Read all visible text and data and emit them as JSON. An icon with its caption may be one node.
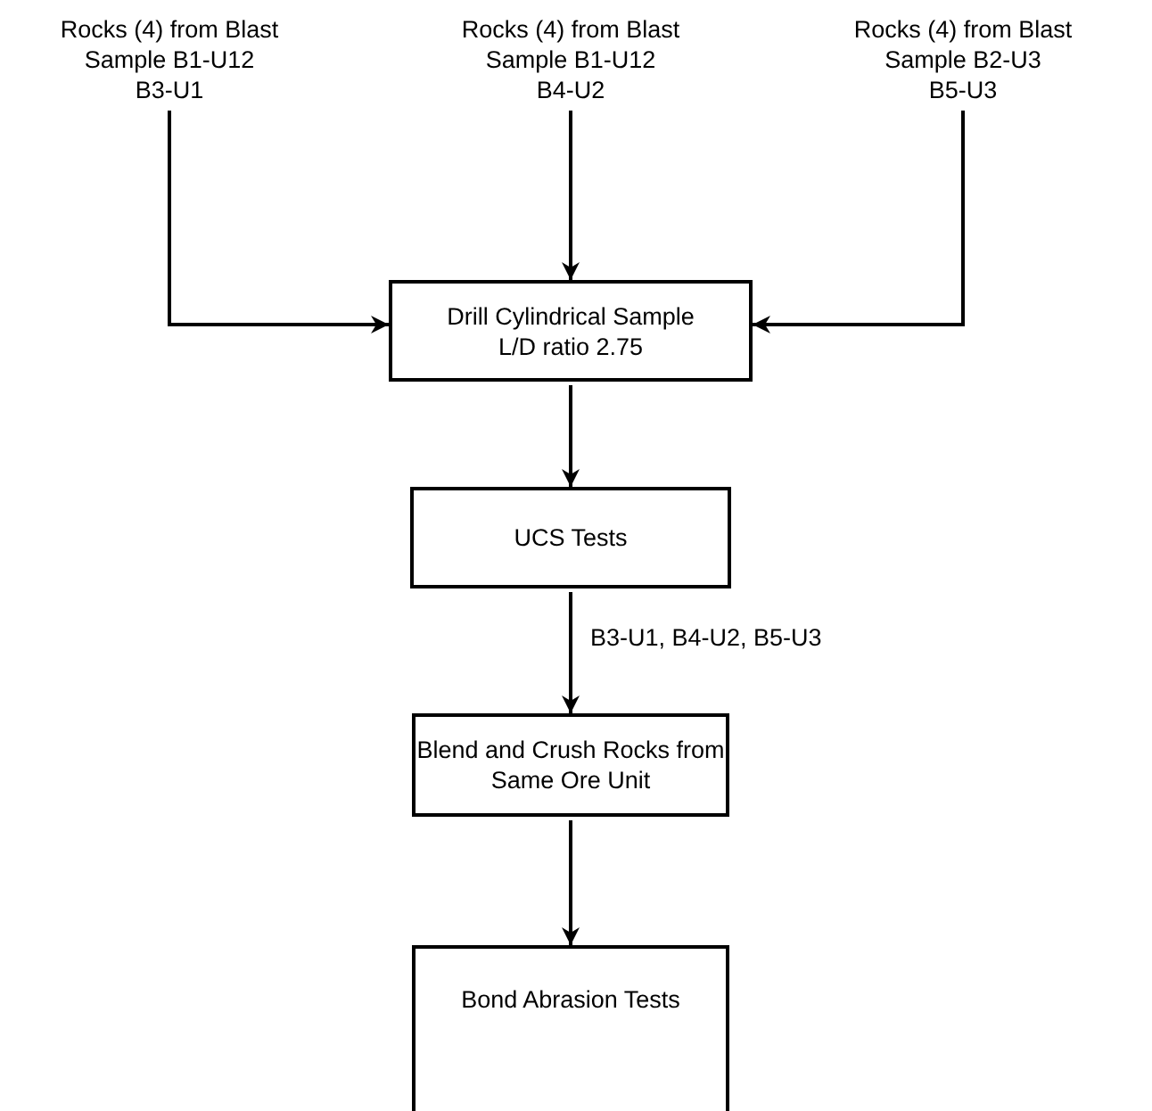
{
  "diagram": {
    "nodes": [
      {
        "text": [
          "Rocks (4) from Blast Sample B1-U12",
          "B3-U1"
        ]
      },
      {
        "text": [
          "Rocks (4) from Blast Sample B1-U12",
          "B4-U2"
        ]
      },
      {
        "text": [
          "Rocks (4) from Blast Sample B2-U3",
          "B5-U3"
        ]
      },
      {
        "text": [
          "Drill Cylindrical Sample",
          "L/D ratio 2.75"
        ]
      },
      {
        "text": [
          "UCS Tests"
        ]
      },
      {
        "text": [
          "Blend and Crush Rocks from Same Ore Unit"
        ]
      },
      {
        "text": [
          "Bond Abrasion Tests"
        ]
      }
    ],
    "edges": [
      {
        "from": 0,
        "to": 3,
        "arrow": "to"
      },
      {
        "from": 1,
        "to": 3,
        "arrow": "to"
      },
      {
        "from": 2,
        "to": 3,
        "arrow": "to"
      },
      {
        "from": 3,
        "to": 4,
        "arrow": "to"
      },
      {
        "from": 4,
        "to": 5,
        "arrow": "to",
        "label": "B3-U1, B4-U2, B5-U3"
      },
      {
        "from": 5,
        "to": 6,
        "arrow": "to"
      }
    ]
  }
}
